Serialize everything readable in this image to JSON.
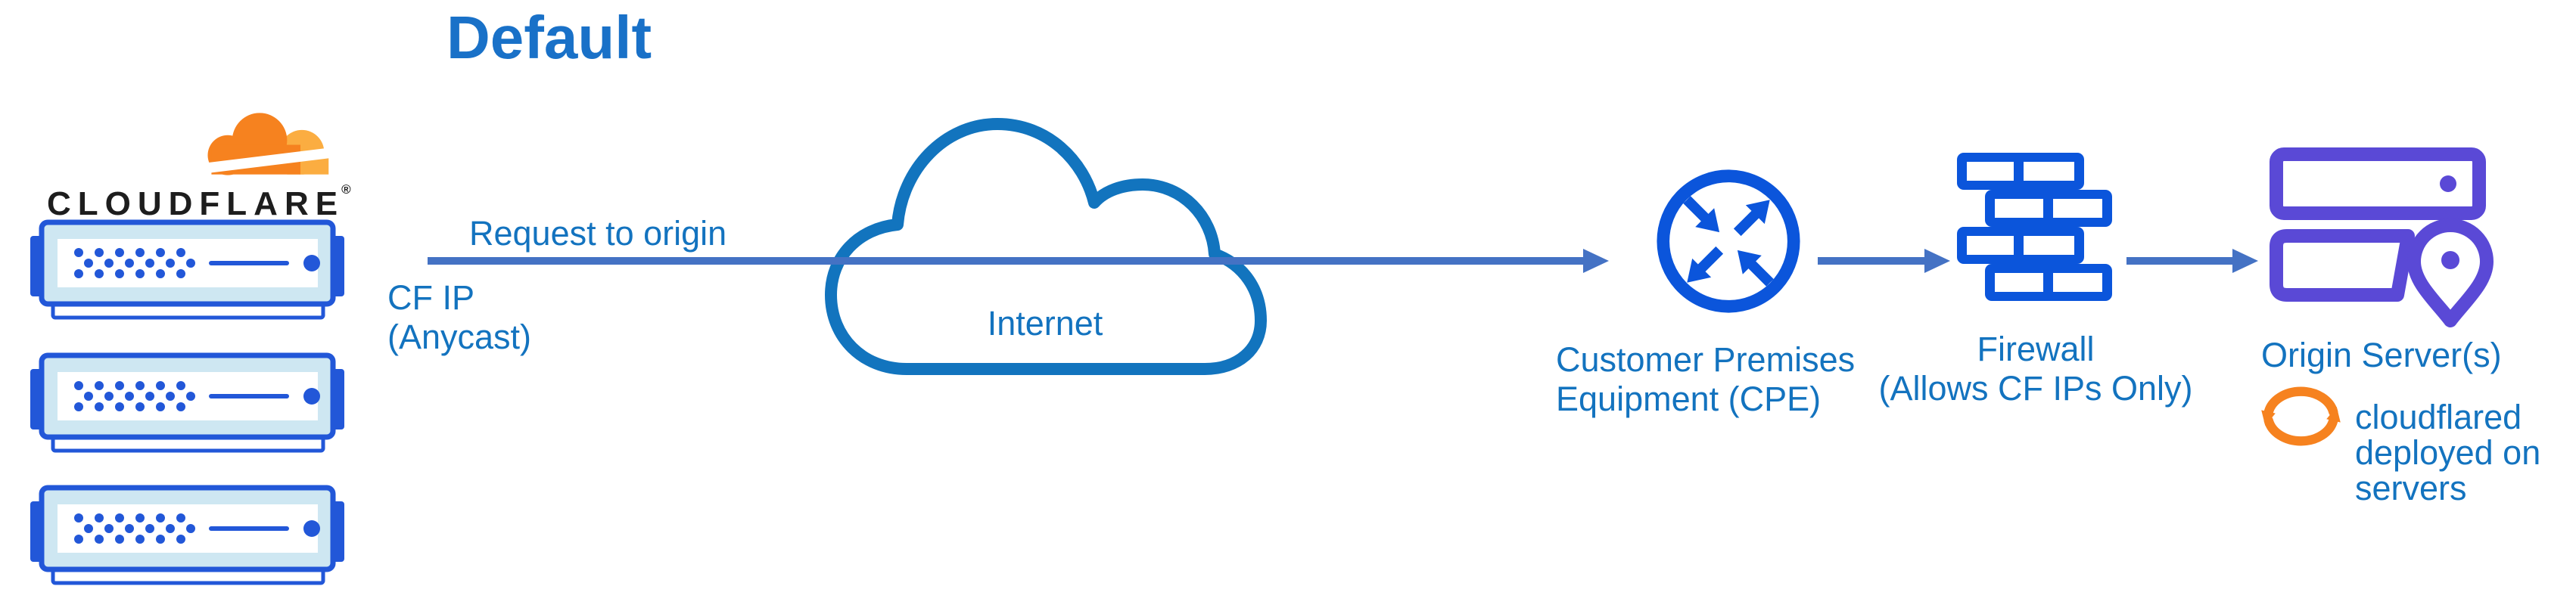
{
  "title": "Default",
  "logo": {
    "wordmark": "CLOUDFLARE",
    "registered_mark": "®"
  },
  "nodes": {
    "cloudflare_edge": {
      "icon": "server-stack-icon",
      "server_count": 3
    },
    "internet": {
      "label": "Internet",
      "icon": "cloud-icon"
    },
    "cpe": {
      "label_line1": "Customer Premises",
      "label_line2": "Equipment (CPE)",
      "icon": "router-icon"
    },
    "firewall": {
      "label_line1": "Firewall",
      "label_line2": "(Allows CF IPs Only)",
      "icon": "brick-wall-icon"
    },
    "origin": {
      "label": "Origin Server(s)",
      "icon": "server-location-icon"
    },
    "cloudflared": {
      "line1": "cloudflared",
      "line2": "deployed on",
      "line3": "servers",
      "icon": "sync-arrows-icon"
    }
  },
  "edges": {
    "request": {
      "label": "Request to origin",
      "sublabel_line1": "CF IP",
      "sublabel_line2": "(Anycast)"
    }
  },
  "colors": {
    "title_blue": "#1971C8",
    "label_blue": "#1373BF",
    "icon_blue": "#0B55DB",
    "server_blue": "#2257D8",
    "server_panel": "#CEE7F2",
    "arrow_slate": "#4472C4",
    "cloud_stroke": "#1274BE",
    "purple": "#5A49D6",
    "orange": "#F6821F",
    "orange_light": "#FBAD41",
    "wordmark_black": "#1D1D1D"
  }
}
